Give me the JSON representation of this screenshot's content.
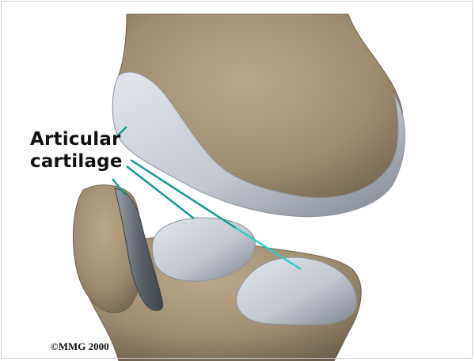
{
  "annotation": {
    "label_lines": [
      "Articular",
      "cartilage"
    ],
    "pointer_color": "#0f9a8e"
  },
  "copyright": "©MMG 2000",
  "colors": {
    "bone": "#a8967a",
    "bone_shadow": "#7e6d55",
    "cartilage": "#c9ced6",
    "cartilage_shadow": "#8c929c"
  }
}
